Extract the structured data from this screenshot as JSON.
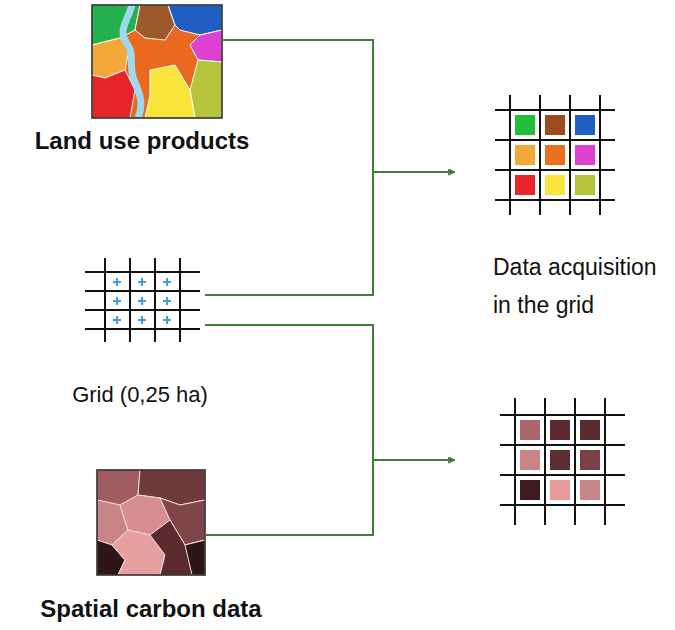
{
  "diagram": {
    "nodes": [
      {
        "text": [
          "Land use products"
        ]
      },
      {
        "text": [
          "Grid (0,25 ha)"
        ]
      },
      {
        "text": [
          "Spatial carbon data"
        ]
      },
      {
        "text": [
          "Data acquisition in the grid"
        ]
      },
      {
        "text": []
      }
    ],
    "edges": [
      {
        "from": 0,
        "to": 3,
        "arrow": "to"
      },
      {
        "from": 1,
        "to": 3,
        "arrow": "to"
      },
      {
        "from": 1,
        "to": 4,
        "arrow": "to"
      },
      {
        "from": 2,
        "to": 4,
        "arrow": "to"
      }
    ]
  }
}
